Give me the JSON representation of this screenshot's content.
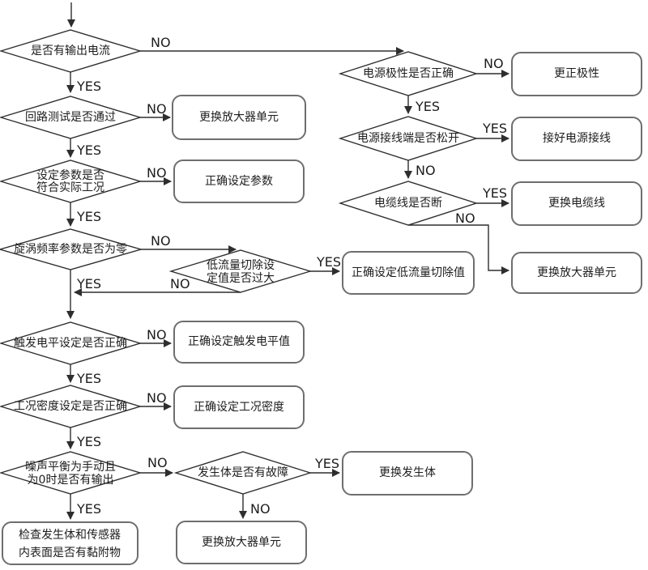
{
  "labels": {
    "yes": "YES",
    "no": "NO"
  },
  "colors": {
    "line": "#2e2e2e",
    "box_border": "#6e6e6e",
    "text": "#1d1d1d",
    "background": "#ffffff"
  },
  "nodes": {
    "output_current": {
      "type": "decision",
      "label": "是否有输出电流"
    },
    "loop_test": {
      "type": "decision",
      "label": "回路测试是否通过"
    },
    "replace_amplifier_1": {
      "type": "action",
      "label": "更换放大器单元"
    },
    "parameter_match": {
      "type": "decision",
      "line1": "设定参数是否",
      "line2": "符合实际工况"
    },
    "set_parameters": {
      "type": "action",
      "label": "正确设定参数"
    },
    "vortex_frequency": {
      "type": "decision",
      "label": "旋涡频率参数是否为零"
    },
    "low_flow_cutoff": {
      "type": "decision",
      "line1": "低流量切除设",
      "line2": "定值是否过大"
    },
    "set_low_flow_cutoff": {
      "type": "action",
      "label": "正确设定低流量切除值"
    },
    "trigger_level": {
      "type": "decision",
      "label": "触发电平设定是否正确"
    },
    "set_trigger_level": {
      "type": "action",
      "label": "正确设定触发电平值"
    },
    "density": {
      "type": "decision",
      "label": "工况密度设定是否正确"
    },
    "set_density": {
      "type": "action",
      "label": "正确设定工况密度"
    },
    "noise_balance": {
      "type": "decision",
      "line1": "噪声平衡为手动且",
      "line2": "为0时是否有输出"
    },
    "shedder_fault": {
      "type": "decision",
      "label": "发生体是否有故障"
    },
    "replace_shedder": {
      "type": "action",
      "label": "更换发生体"
    },
    "replace_amplifier_3": {
      "type": "action",
      "label": "更换放大器单元"
    },
    "check_shedder_sensor": {
      "type": "action",
      "line1": "检查发生体和传感器",
      "line2": "内表面是否有黏附物"
    },
    "power_polarity": {
      "type": "decision",
      "label": "电源极性是否正确"
    },
    "correct_polarity": {
      "type": "action",
      "label": "更正极性"
    },
    "power_terminal": {
      "type": "decision",
      "label": "电源接线端是否松开"
    },
    "connect_power": {
      "type": "action",
      "label": "接好电源接线"
    },
    "cable_broken": {
      "type": "decision",
      "label": "电缆线是否断"
    },
    "replace_cable": {
      "type": "action",
      "label": "更换电缆线"
    },
    "replace_amplifier_2": {
      "type": "action",
      "label": "更换放大器单元"
    }
  }
}
